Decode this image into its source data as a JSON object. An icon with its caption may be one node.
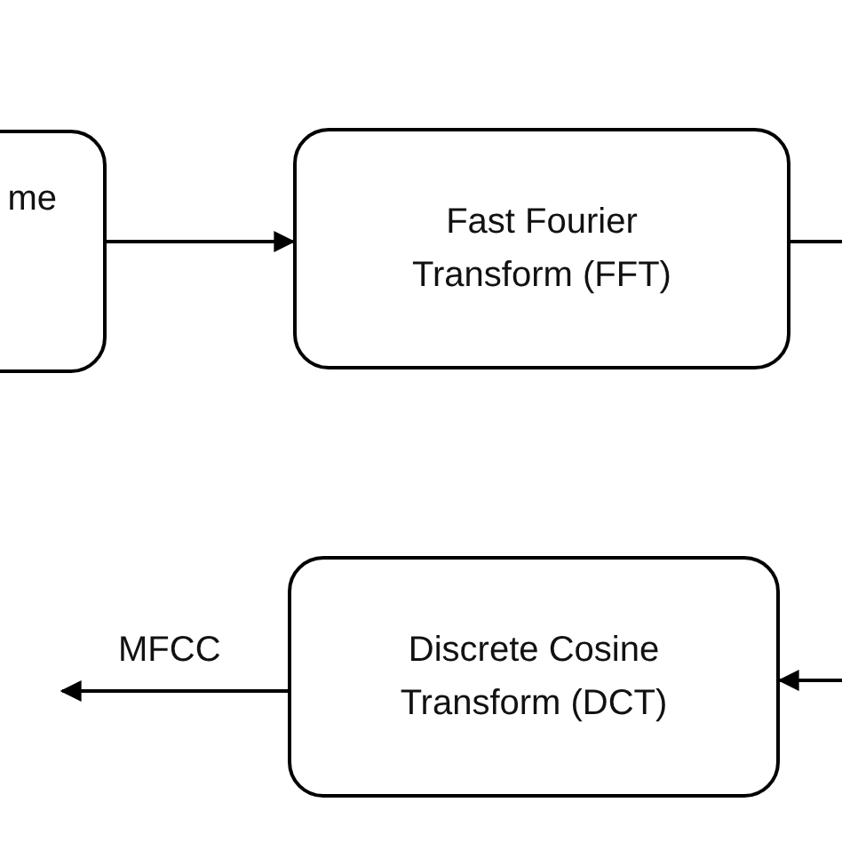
{
  "diagram": {
    "nodes": [
      {
        "text": [
          "me"
        ]
      },
      {
        "text": [
          "Fast Fourier Transform (FFT)"
        ]
      },
      {
        "text": [
          "Discrete Cosine Transform (DCT)"
        ]
      }
    ],
    "edges": [
      {
        "from": 0,
        "to": 1,
        "arrow": "to"
      },
      {
        "from": 1,
        "to": null,
        "arrow": "none"
      },
      {
        "from": null,
        "to": 2,
        "arrow": "to"
      },
      {
        "from": 2,
        "to": null,
        "label": "MFCC",
        "arrow": "to"
      }
    ]
  }
}
